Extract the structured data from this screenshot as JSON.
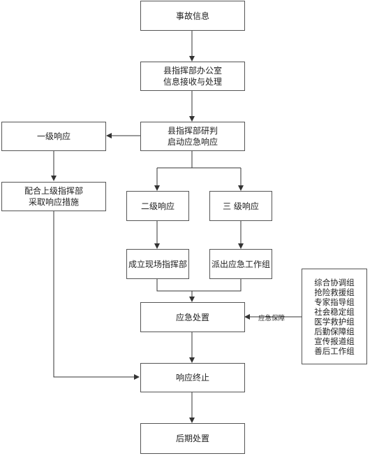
{
  "nodes": {
    "accident_info": [
      "事故信息"
    ],
    "county_office": [
      "县指挥部办公室",
      "信息接收与处理"
    ],
    "county_judge": [
      "县指挥部研判",
      "启动应急响应"
    ],
    "level1": [
      "一级响应"
    ],
    "cooperate": [
      "配合上级指挥部",
      "采取响应措施"
    ],
    "level2": [
      "二级响应"
    ],
    "level3": [
      "三 级响应"
    ],
    "field_command": [
      "成立现场指挥部"
    ],
    "dispatch_team": [
      "派出应急工作组"
    ],
    "emergency_handling": [
      "应急处置"
    ],
    "response_end": [
      "响应终止"
    ],
    "aftermath": [
      "后期处置"
    ],
    "support_groups": [
      "综合协调组",
      "抢险救援组",
      "专家指导组",
      "社会稳定组",
      "医学救护组",
      "后勤保障组",
      "宣传报道组",
      "善后工作组"
    ]
  },
  "edge_labels": {
    "support": "应急保障"
  }
}
